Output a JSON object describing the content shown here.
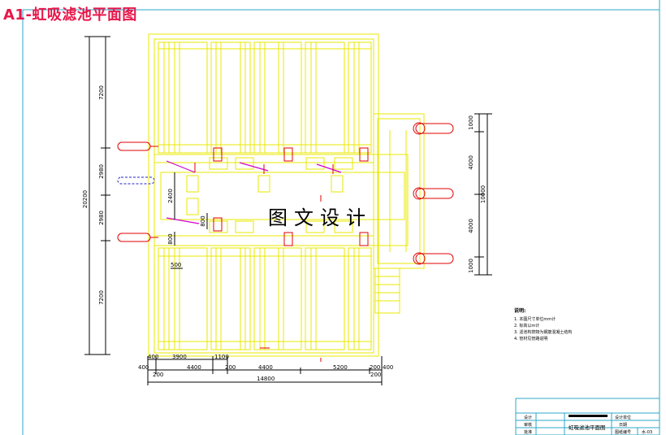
{
  "drawing": {
    "title": "A1-虹吸滤池平面图",
    "watermark": "图文设计",
    "colors": {
      "title": "#e8164a",
      "structure": "#e8e800",
      "dimension": "#000000",
      "pipe_red": "#e00000",
      "pipe_magenta": "#d000d0",
      "frame": "#2ba8c8"
    },
    "dims_left": {
      "total": "20200",
      "segments": [
        "7200",
        "2980",
        "2980",
        "7200"
      ],
      "inner": [
        "2400",
        "800",
        "800"
      ]
    },
    "dims_right": {
      "total": "10000",
      "segments": [
        "1000",
        "4000",
        "4000",
        "1000"
      ]
    },
    "dims_bottom": {
      "top_row": [
        "400",
        "3900",
        "1100"
      ],
      "mid_row": [
        "400",
        "4400",
        "200",
        "4400",
        "5200",
        "200",
        "400"
      ],
      "bottom_row": [
        "200",
        "200"
      ],
      "total": "14800"
    },
    "dim_misc": "500",
    "notes": {
      "heading": "说明:",
      "lines": [
        "1. 本图尺寸单位mm计",
        "2. 标高以m计",
        "3. 滤池构筑物为钢筋混凝土结构",
        "4. 管材见管路说明"
      ]
    },
    "title_block": {
      "row1": [
        "设计",
        "",
        "设计单位"
      ],
      "row2": [
        "审核",
        "虹吸滤池平面图",
        "日期"
      ],
      "row3": [
        "批准",
        "",
        "图纸编号",
        "水-03"
      ]
    }
  }
}
